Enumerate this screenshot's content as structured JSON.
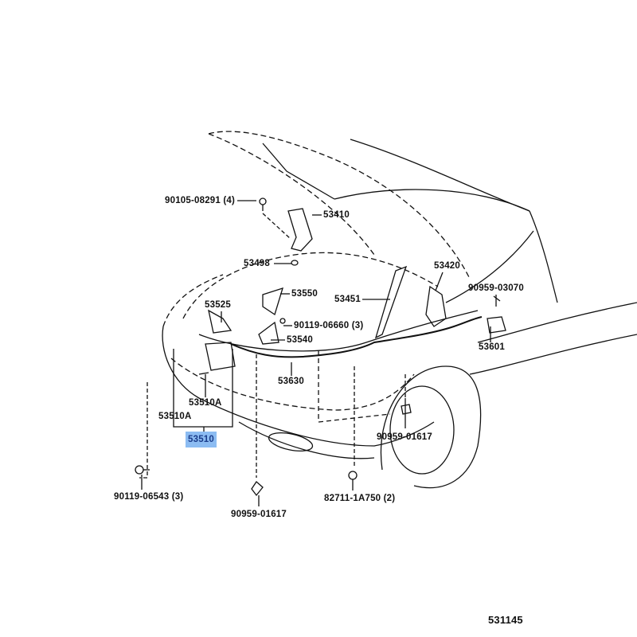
{
  "diagram": {
    "part_labels": {
      "bolt_hinge": "90105-08291 (4)",
      "hood_hinge": "53410",
      "hinge_cushion": "53498",
      "hood_lock_support": "53420",
      "clip_upper_right": "90959-03070",
      "lock_part": "53525",
      "hook_assy": "53550",
      "hood_support": "53451",
      "bolt_lock": "90119-06660 (3)",
      "support_sub_assy": "53540",
      "release_lever": "53601",
      "release_cable": "53630",
      "lock_sub_a1": "53510A",
      "lock_sub_a2": "53510A",
      "hood_lock_assy": "53510",
      "clip_fender": "90959-01617",
      "bolt_lower_left": "90119-06543 (3)",
      "clip_bottom": "90959-01617",
      "clip_bottom_right": "82711-1A750 (2)"
    },
    "diagram_number": "531145",
    "highlight_color": "#8cbcf2",
    "highlighted_part": "53510"
  }
}
